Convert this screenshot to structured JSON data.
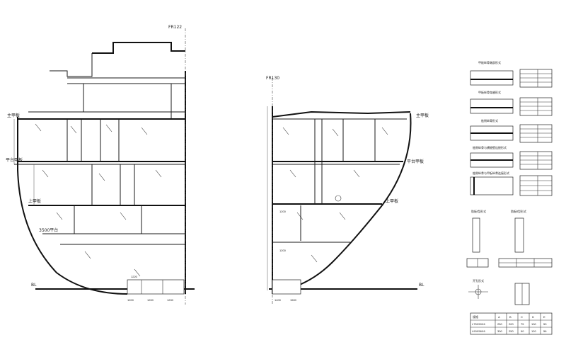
{
  "frames": {
    "left": "FR122",
    "middle": "FR130"
  },
  "deck_labels": {
    "main_deck_left": "主甲板",
    "main_deck_right": "主甲板",
    "tank_top_left": "平台甲板",
    "tank_top_right": "平台甲板",
    "upper_left": "上甲板",
    "upper_right": "上甲板",
    "platform_left": "3500平台",
    "bl_left": "BL",
    "bl_right": "BL"
  },
  "dimensions": {
    "d1": "1200",
    "d2": "1200",
    "d3": "1200",
    "d4": "1220",
    "d5": "1400",
    "d6": "1500",
    "d7": "1200",
    "d8": "1200"
  },
  "section_titles": {
    "s1": "甲板纵骨端部形式",
    "s2": "甲板纵骨穿越形式",
    "s3": "舷侧纵骨形式",
    "s4": "舷侧纵骨与横舱壁连接形式",
    "s5": "舷侧纵骨与甲板纵骨连接形式",
    "s6": "肋板Ⅰ型形式",
    "s7": "肋板Ⅱ型形式",
    "s8": "开孔形式"
  },
  "table": {
    "header": [
      "规格",
      "A",
      "B",
      "C",
      "D",
      "E"
    ],
    "rows": [
      [
        "L75X50X6",
        "250",
        "200",
        "75",
        "100",
        "50"
      ],
      [
        "L90X56X6",
        "300",
        "250",
        "90",
        "120",
        "56"
      ]
    ]
  },
  "colors": {
    "line": "#1a1a1a",
    "background": "#ffffff"
  }
}
